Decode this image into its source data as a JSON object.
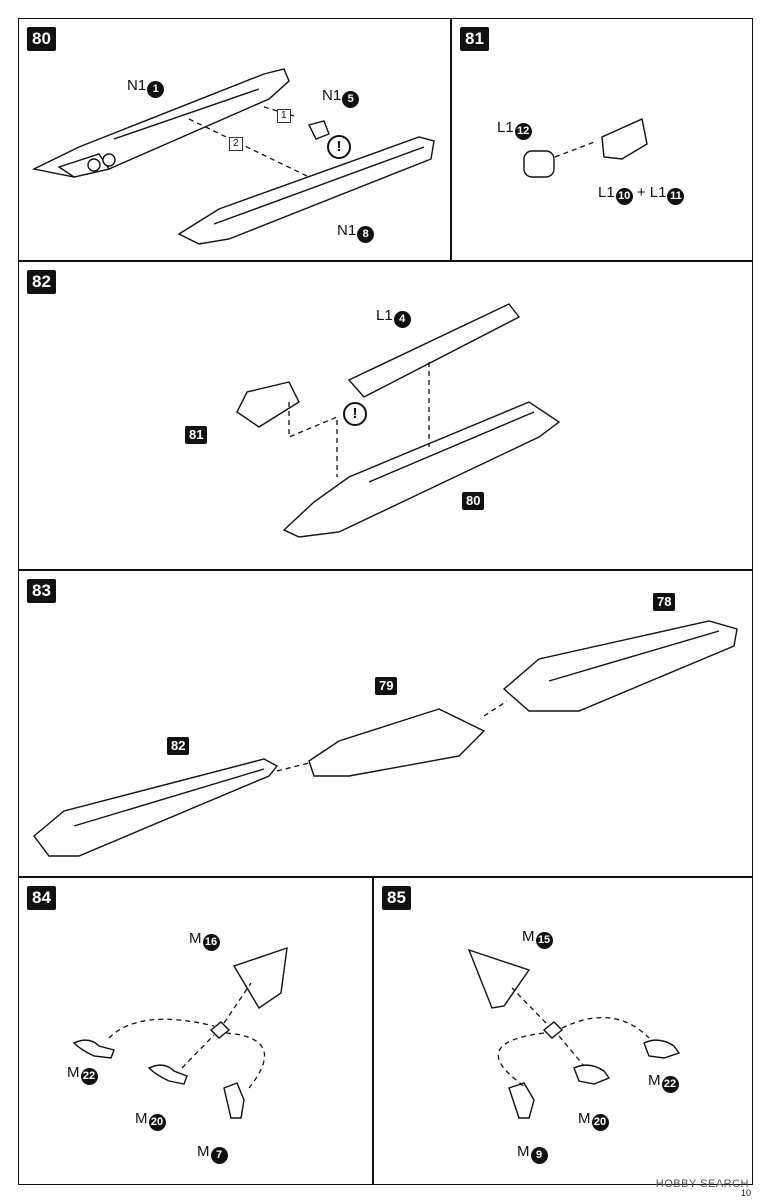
{
  "steps": [
    {
      "number": "80",
      "labels": {
        "a": "N1",
        "a_num": "1",
        "b": "N1",
        "b_num": "5",
        "c": "N1",
        "c_num": "8"
      },
      "substeps": [
        "1",
        "2"
      ],
      "warn": "!"
    },
    {
      "number": "81",
      "labels": {
        "a": "L1",
        "a_num": "12",
        "b": "L1",
        "b_num": "10",
        "plus": "+",
        "c": "L1",
        "c_num": "11"
      }
    },
    {
      "number": "82",
      "labels": {
        "a": "L1",
        "a_num": "4"
      },
      "refs": [
        "81",
        "80"
      ],
      "warn": "!"
    },
    {
      "number": "83",
      "refs": [
        "78",
        "79",
        "82"
      ]
    },
    {
      "number": "84",
      "labels": {
        "a": "M",
        "a_num": "16",
        "b": "M",
        "b_num": "22",
        "c": "M",
        "c_num": "20",
        "d": "M",
        "d_num": "7"
      }
    },
    {
      "number": "85",
      "labels": {
        "a": "M",
        "a_num": "15",
        "b": "M",
        "b_num": "22",
        "c": "M",
        "c_num": "20",
        "d": "M",
        "d_num": "9"
      }
    }
  ],
  "watermark": "HOBBY SEARCH",
  "page_number": "10"
}
